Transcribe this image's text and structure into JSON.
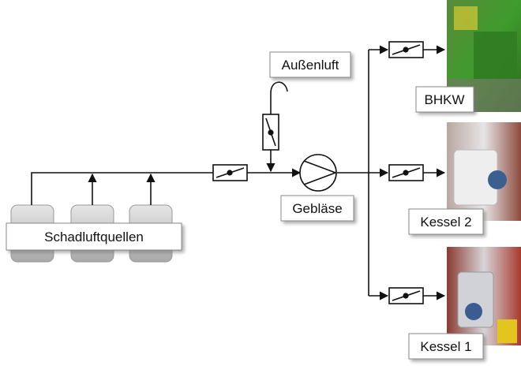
{
  "labels": {
    "sources": "Schadluftquellen",
    "outside_air": "Außenluft",
    "blower": "Gebläse",
    "bhkw": "BHKW",
    "boiler2": "Kessel 2",
    "boiler1": "Kessel 1"
  },
  "icons": {
    "valve": "damper-valve-icon",
    "blower": "blower-icon",
    "tank": "tank-icon"
  },
  "colors": {
    "line": "#111111",
    "tank_fill": "#cfcfcf",
    "box_fill": "#ffffff"
  }
}
